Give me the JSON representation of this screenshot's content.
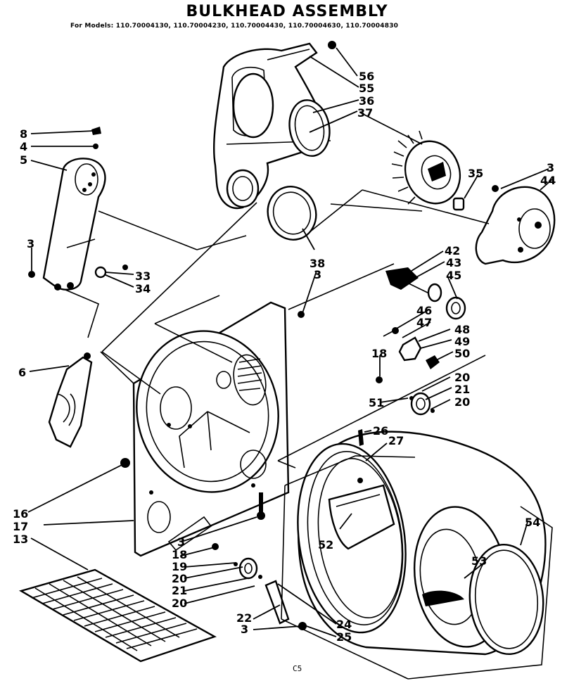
{
  "diagram": {
    "title": "BULKHEAD ASSEMBLY",
    "models_line": "For Models: 110.70004130, 110.70004230, 110.70004430, 110.70004630, 110.70004830",
    "footer": "C5"
  },
  "callouts": {
    "c8": "8",
    "c4": "4",
    "c5": "5",
    "c3_left": "3",
    "c33": "33",
    "c34": "34",
    "c6": "6",
    "c56": "56",
    "c55": "55",
    "c36": "36",
    "c37": "37",
    "c38": "38",
    "c3_mid": "3",
    "c3_right": "3",
    "c44": "44",
    "c35": "35",
    "c42": "42",
    "c43": "43",
    "c45": "45",
    "c46": "46",
    "c47": "47",
    "c48": "48",
    "c49": "49",
    "c50": "50",
    "c18_right": "18",
    "c20_right_a": "20",
    "c21_right": "21",
    "c20_right_b": "20",
    "c51": "51",
    "c26": "26",
    "c27": "27",
    "c52": "52",
    "c53": "53",
    "c54": "54",
    "c16": "16",
    "c17": "17",
    "c13": "13",
    "c3_low": "3",
    "c18_low": "18",
    "c19": "19",
    "c20_low_a": "20",
    "c21_low": "21",
    "c20_low_b": "20",
    "c22": "22",
    "c3_bottom": "3",
    "c24": "24",
    "c25": "25"
  }
}
